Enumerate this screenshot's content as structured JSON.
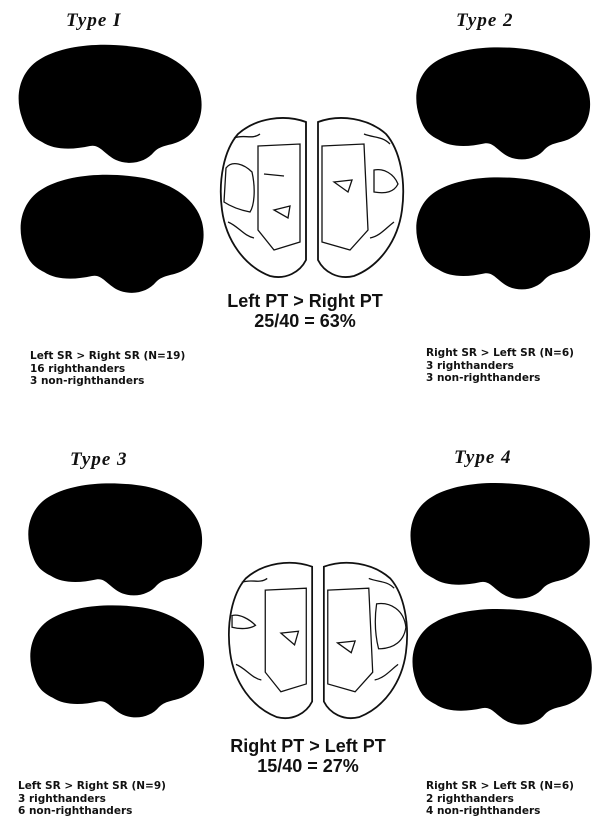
{
  "types": {
    "type1": "Type  I",
    "type2": "Type  2",
    "type3": "Type  3",
    "type4": "Type  4"
  },
  "top": {
    "headline_line1": "Left PT > Right PT",
    "headline_line2": "25/40  =  63%",
    "left_note": [
      "Left SR > Right SR (N=19)",
      "16 righthanders",
      "3 non-righthanders"
    ],
    "right_note": [
      "Right SR > Left SR (N=6)",
      "3 righthanders",
      "3 non-righthanders"
    ]
  },
  "bottom": {
    "headline_line1": "Right PT > Left PT",
    "headline_line2": "15/40  =  27%",
    "left_note": [
      "Left SR > Right SR (N=9)",
      "3 righthanders",
      "6 non-righthanders"
    ],
    "right_note": [
      "Right SR > Left SR (N=6)",
      "2 righthanders",
      "4 non-righthanders"
    ]
  },
  "colors": {
    "ink": "#111111",
    "stipple": "#d8d8d8",
    "planum_dark": "#000000"
  }
}
